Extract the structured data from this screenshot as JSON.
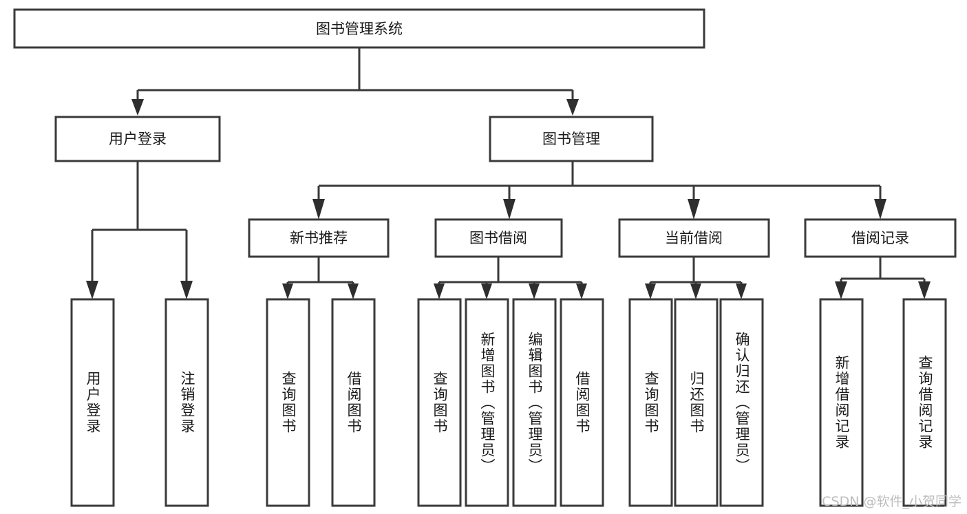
{
  "diagram": {
    "title": "图书管理系统",
    "watermark": "CSDN @软件_小贺同学",
    "colors": {
      "box_stroke": "#3a3a3a",
      "connector": "#3a3a3a",
      "arrow": "#2e2e2e",
      "background": "#ffffff",
      "text": "#1b1b1b",
      "watermark": "#bdbdbd"
    },
    "root": {
      "label": "图书管理系统"
    },
    "level2": [
      {
        "label": "用户登录"
      },
      {
        "label": "图书管理"
      }
    ],
    "level3": [
      {
        "label": "新书推荐"
      },
      {
        "label": "图书借阅"
      },
      {
        "label": "当前借阅"
      },
      {
        "label": "借阅记录"
      }
    ],
    "leaves": {
      "user_login": [
        {
          "label": "用户登录"
        },
        {
          "label": "注销登录"
        }
      ],
      "new_book_recommend": [
        {
          "label": "查询图书"
        },
        {
          "label": "借阅图书"
        }
      ],
      "book_borrow": [
        {
          "label": "查询图书"
        },
        {
          "label": "新增图书（管理员）"
        },
        {
          "label": "编辑图书（管理员）"
        },
        {
          "label": "借阅图书"
        }
      ],
      "current_borrow": [
        {
          "label": "查询图书"
        },
        {
          "label": "归还图书"
        },
        {
          "label": "确认归还（管理员）"
        }
      ],
      "borrow_record": [
        {
          "label": "新增借阅记录"
        },
        {
          "label": "查询借阅记录"
        }
      ]
    }
  }
}
